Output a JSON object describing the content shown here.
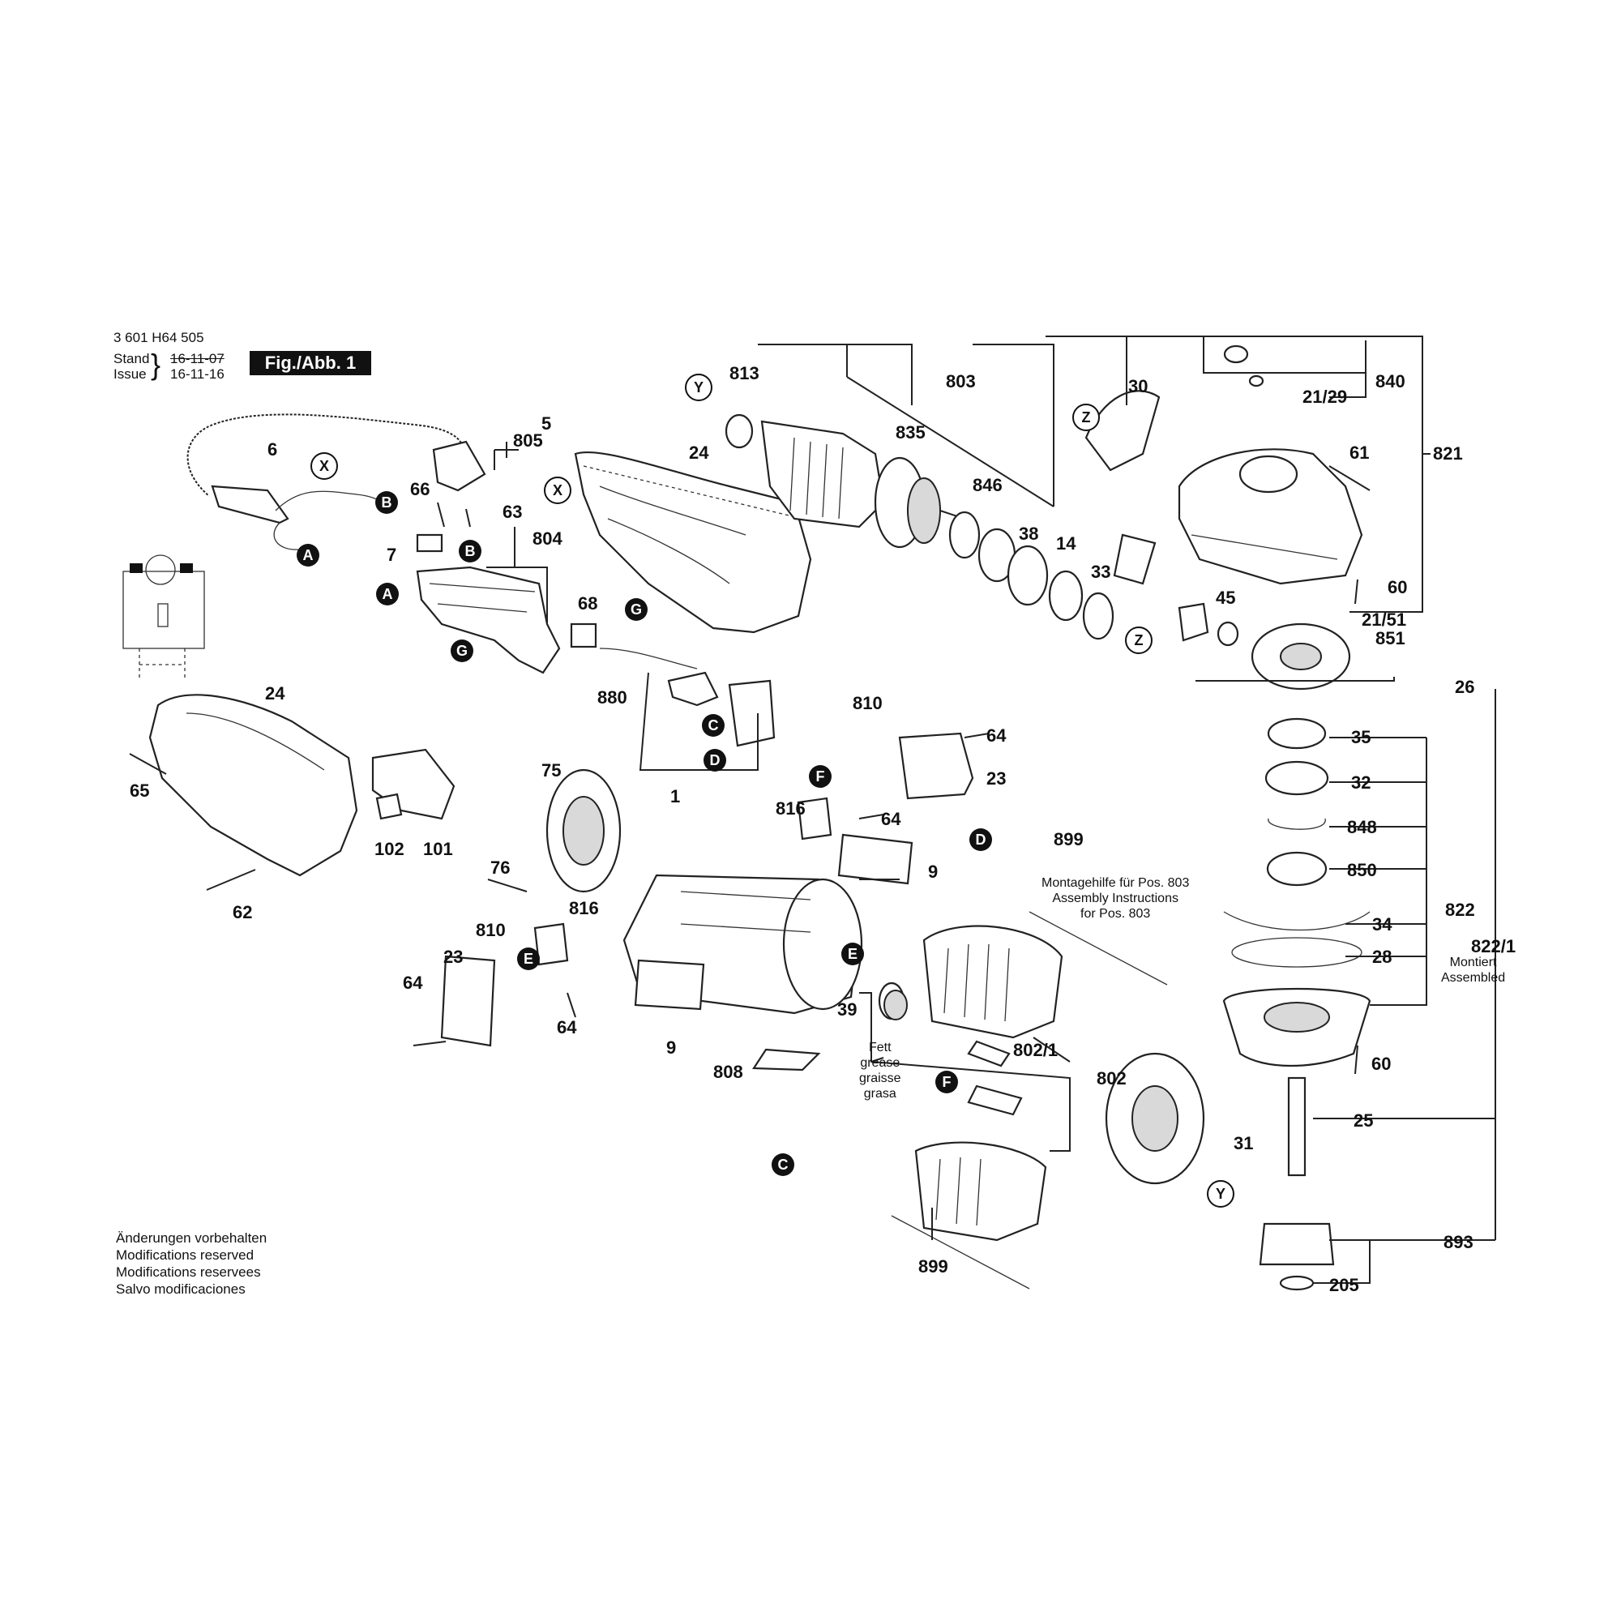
{
  "header": {
    "doc_number": "3 601 H64 505",
    "stand_label": "Stand",
    "issue_label": "Issue",
    "stand_date": "16-11-07",
    "issue_date": "16-11-16",
    "figure_label": "Fig./Abb. 1"
  },
  "notes": [
    "Änderungen vorbehalten",
    "Modifications reserved",
    "Modifications reservees",
    "Salvo modificaciones"
  ],
  "callouts": {
    "assembly_instructions": [
      "Montagehilfe für Pos. 803",
      "Assembly Instructions",
      "for Pos. 803"
    ],
    "grease": [
      "Fett",
      "grease",
      "graisse",
      "grasa"
    ],
    "assembled": [
      "Montiert",
      "Assembled"
    ]
  },
  "part_labels": {
    "p5": "5",
    "p805": "805",
    "p6": "6",
    "p66": "66",
    "p63": "63",
    "p7": "7",
    "p804": "804",
    "p68": "68",
    "p24a": "24",
    "p24b": "24",
    "p65": "65",
    "p102": "102",
    "p101": "101",
    "p62": "62",
    "p880": "880",
    "p813": "813",
    "p835": "835",
    "p803": "803",
    "p846": "846",
    "p38": "38",
    "p14": "14",
    "p33": "33",
    "p30": "30",
    "p21_29": "21/29",
    "p840": "840",
    "p61": "61",
    "p821": "821",
    "p45": "45",
    "p60a": "60",
    "p21_51": "21/51",
    "p851": "851",
    "p26": "26",
    "p35": "35",
    "p32": "32",
    "p848": "848",
    "p850": "850",
    "p34": "34",
    "p822": "822",
    "p28": "28",
    "p822_1": "822/1",
    "p60b": "60",
    "p25": "25",
    "p893": "893",
    "p205": "205",
    "p810a": "810",
    "p64a": "64",
    "p23a": "23",
    "p816a": "816",
    "p64b": "64",
    "p9a": "9",
    "p899a": "899",
    "p75": "75",
    "p1": "1",
    "p76": "76",
    "p810b": "810",
    "p23b": "23",
    "p816b": "816",
    "p64c": "64",
    "p64d": "64",
    "p9b": "9",
    "p39": "39",
    "p808": "808",
    "p802_1": "802/1",
    "p802": "802",
    "p31": "31",
    "p899b": "899"
  },
  "connectors": {
    "A": "A",
    "B": "B",
    "C": "C",
    "D": "D",
    "E": "E",
    "F": "F",
    "G": "G",
    "X": "X",
    "Y": "Y",
    "Z": "Z"
  }
}
